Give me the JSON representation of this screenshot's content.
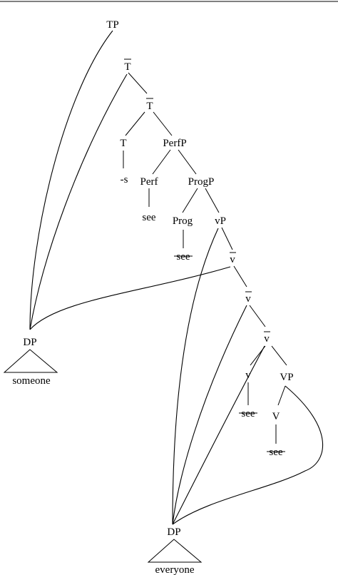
{
  "tree": {
    "nodes": {
      "tp": "TP",
      "tbar1": "T",
      "tbar2": "T",
      "t": "T",
      "s": "-s",
      "perfp": "PerfP",
      "perf": "Perf",
      "see_perf": "see",
      "progp": "ProgP",
      "prog": "Prog",
      "see_prog": "see",
      "vp_little": "vP",
      "vbar1": "v",
      "vbar2": "v",
      "vbar3": "v",
      "v_little": "v",
      "see_v": "see",
      "vp_big": "VP",
      "v_big": "V",
      "see_V": "see",
      "dp_subject": "DP",
      "someone": "someone",
      "dp_object": "DP",
      "everyone": "everyone"
    }
  }
}
